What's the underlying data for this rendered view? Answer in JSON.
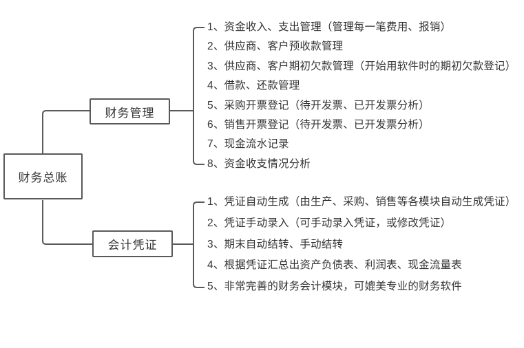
{
  "diagram": {
    "root": {
      "label": "财务总账"
    },
    "branches": [
      {
        "id": "financial-management",
        "label": "财务管理",
        "items": [
          "1、资金收入、支出管理（管理每一笔费用、报销）",
          "2、供应商、客户预收款管理",
          "3、供应商、客户期初欠款管理（开始用软件时的期初欠款登记）",
          "4、借款、还款管理",
          "5、采购开票登记（待开发票、已开发票分析）",
          "6、销售开票登记（待开发票、已开发票分析）",
          "7、现金流水记录",
          "8、资金收支情况分析"
        ]
      },
      {
        "id": "accounting-voucher",
        "label": "会计凭证",
        "items": [
          "1、凭证自动生成（由生产、采购、销售等各模块自动生成凭证）",
          "2、凭证手动录入（可手动录入凭证，或修改凭证）",
          "3、期末自动结转、手动结转",
          "4、根据凭证汇总出资产负债表、利润表、现金流量表",
          "5、非常完善的财务会计模块，可媲美专业的财务软件"
        ]
      }
    ],
    "colors": {
      "line": "#595959",
      "text": "#333333",
      "background": "#ffffff"
    }
  }
}
